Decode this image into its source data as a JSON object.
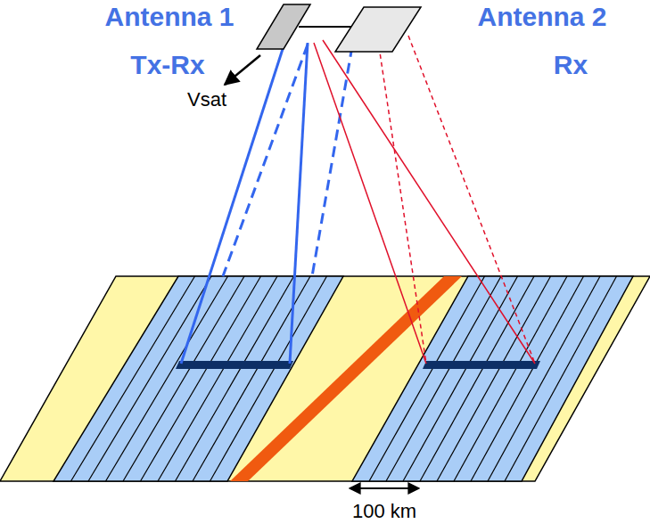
{
  "diagram": {
    "labels": [
      "Antenna 1",
      "Tx-Rx",
      "Antenna 2",
      "Rx",
      "Vsat",
      "100 km"
    ]
  }
}
